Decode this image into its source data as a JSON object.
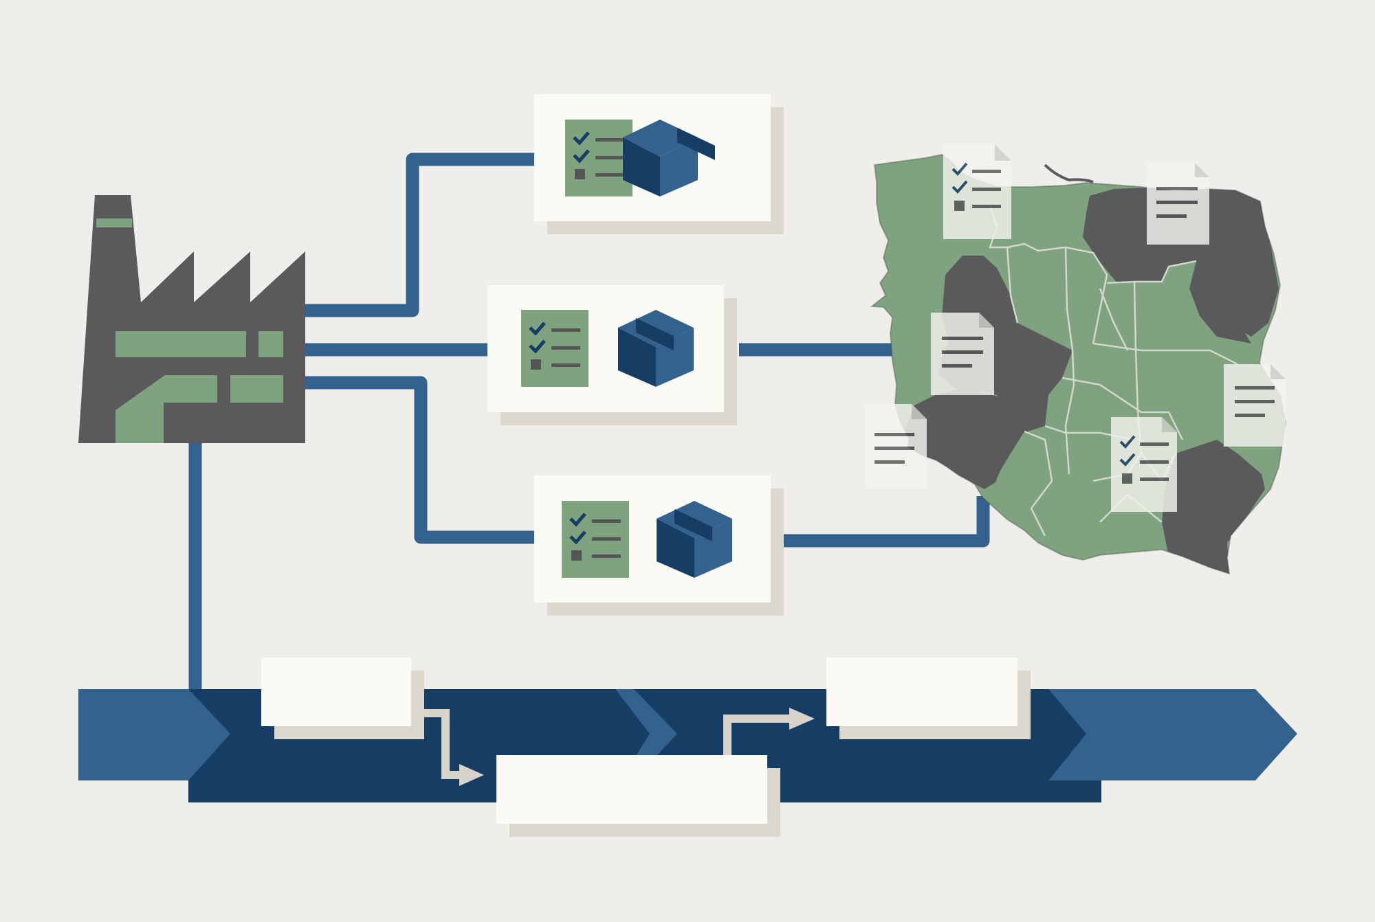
{
  "diagram": {
    "factory": {
      "icon": "factory-icon"
    },
    "shipments": [
      {
        "id": "top",
        "checklist_icon": "checklist-icon",
        "package_icon": "package-box-icon",
        "label": ""
      },
      {
        "id": "middle",
        "checklist_icon": "checklist-icon",
        "package_icon": "package-box-icon",
        "label": ""
      },
      {
        "id": "bottom",
        "checklist_icon": "checklist-icon",
        "package_icon": "package-box-icon",
        "label": ""
      }
    ],
    "map": {
      "icon": "regional-map-icon",
      "document_icons": [
        "document-icon",
        "checklist-document-icon"
      ]
    },
    "process_steps": [
      {
        "id": "step-1",
        "label": ""
      },
      {
        "id": "step-2",
        "label": ""
      },
      {
        "id": "step-3",
        "label": ""
      }
    ]
  },
  "colors": {
    "background": "#efeeea",
    "navy": "#163d63",
    "blue": "#33628e",
    "green": "#7fa37f",
    "charcoal": "#5a5a5d",
    "card": "#fbfbf6",
    "shadow": "#dcd8ce"
  }
}
